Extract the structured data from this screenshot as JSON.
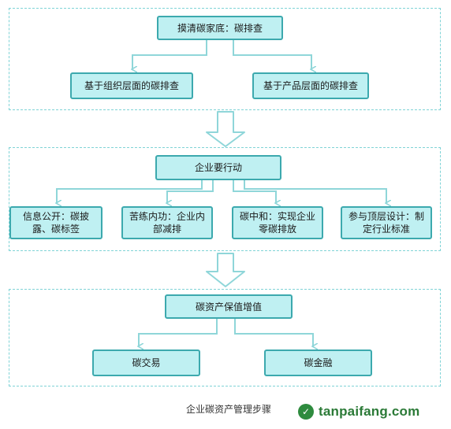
{
  "sections": {
    "top": {
      "root": "摸清碳家底：碳排查",
      "children": [
        "基于组织层面的碳排查",
        "基于产品层面的碳排查"
      ]
    },
    "middle": {
      "root": "企业要行动",
      "children": [
        "信息公开：碳披露、碳标签",
        "苦练内功：企业内部减排",
        "碳中和：实现企业零碳排放",
        "参与顶层设计：制定行业标准"
      ]
    },
    "bottom": {
      "root": "碳资产保值增值",
      "children": [
        "碳交易",
        "碳金融"
      ]
    }
  },
  "caption": "企业碳资产管理步骤",
  "watermark": "tanpaifang.com",
  "colors": {
    "box_fill": "#bff0f2",
    "box_border": "#3ca9ae",
    "connector": "#8fd6d9",
    "section_border": "#7fd3d6",
    "logo_green": "#2b7a37"
  }
}
